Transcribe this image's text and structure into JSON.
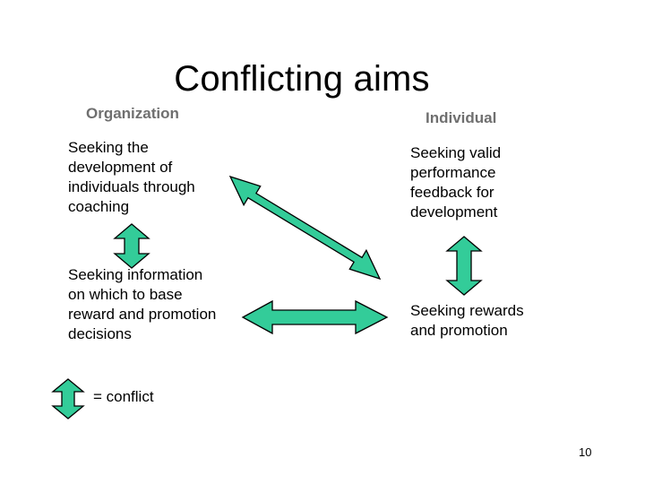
{
  "title": "Conflicting aims",
  "columns": {
    "left_heading": "Organization",
    "right_heading": "Individual"
  },
  "boxes": {
    "org_development": "Seeking the\ndevelopment of\nindividuals through\ncoaching",
    "org_information": "Seeking information\non which to base\nreward and promotion\ndecisions",
    "ind_feedback": "Seeking valid\nperformance\nfeedback for\ndevelopment",
    "ind_rewards": "Seeking rewards\nand promotion"
  },
  "legend": {
    "label": "= conflict"
  },
  "slide_number": "10",
  "colors": {
    "arrow_fill": "#33cc99",
    "arrow_stroke": "#000000",
    "heading_gray": "#6f6f6f"
  }
}
